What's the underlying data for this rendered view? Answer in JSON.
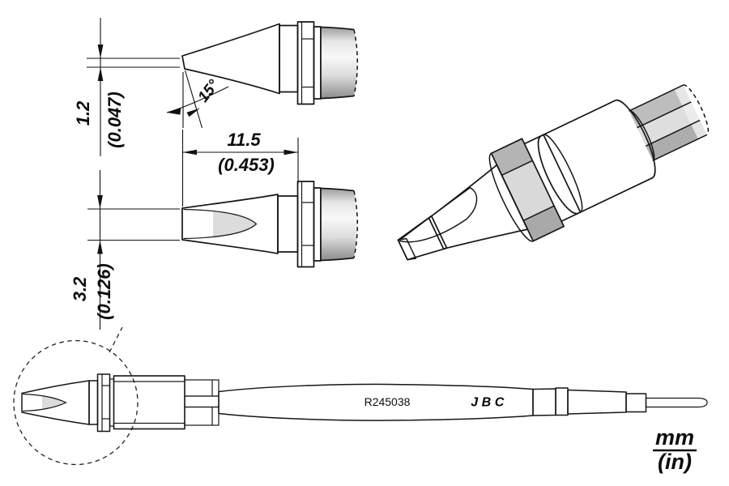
{
  "dimensions": {
    "tip_thickness_mm": "1.2",
    "tip_thickness_in": "(0.047)",
    "angle": "15°",
    "tip_length_mm": "11.5",
    "tip_length_in": "(0.453)",
    "tip_width_mm": "3.2",
    "tip_width_in": "(0.126)"
  },
  "cartridge": {
    "part_number": "R245038",
    "brand": "JBC"
  },
  "units": {
    "metric": "mm",
    "imperial": "(in)"
  },
  "colors": {
    "line": "#111111",
    "metal_light": "#f8f8f8",
    "metal_dark": "#8c8c8c",
    "face_white": "#ffffff",
    "face_shade": "#dcdcdc",
    "band_dark": "#6f6f6f"
  }
}
